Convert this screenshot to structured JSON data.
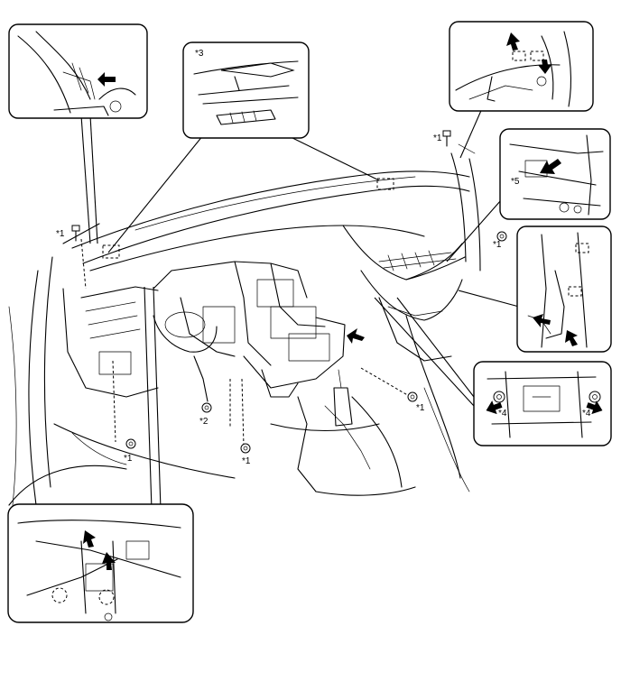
{
  "callouts": {
    "c1": "*1",
    "c2": "*2",
    "c3": "*3",
    "c4": "*4",
    "c5": "*5"
  },
  "icons": {
    "arrow": "arrow-icon",
    "bolt": "bolt-icon",
    "clip": "clip-icon"
  }
}
